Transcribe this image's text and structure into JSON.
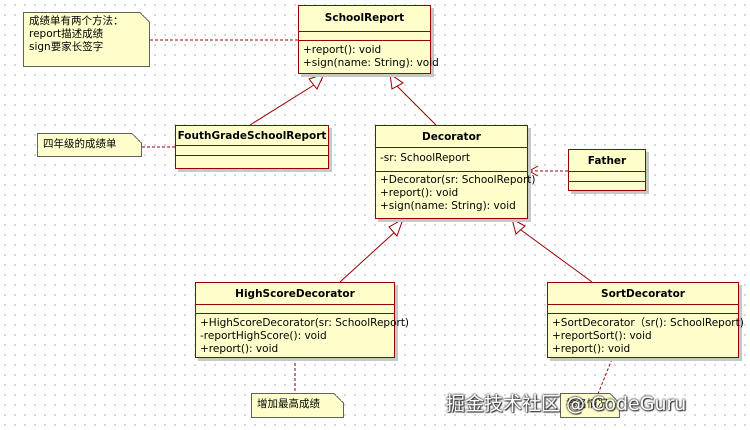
{
  "diagram": {
    "classes": {
      "school_report": {
        "name": "SchoolReport",
        "attributes": [],
        "operations": [
          "+report(): void",
          "+sign(name: String): void"
        ]
      },
      "fourth_grade": {
        "name": "FouthGradeSchoolReport",
        "attributes": [],
        "operations": []
      },
      "decorator": {
        "name": "Decorator",
        "attributes": [
          "-sr: SchoolReport"
        ],
        "operations": [
          "+Decorator(sr: SchoolReport)",
          "+report(): void",
          "+sign(name: String): void"
        ]
      },
      "father": {
        "name": "Father",
        "attributes": [],
        "operations": []
      },
      "high_score": {
        "name": "HighScoreDecorator",
        "attributes": [],
        "operations": [
          "+HighScoreDecorator(sr: SchoolReport)",
          "-reportHighScore(): void",
          "+report(): void"
        ]
      },
      "sort": {
        "name": "SortDecorator",
        "attributes": [],
        "operations": [
          "+SortDecorator（sr(): SchoolReport)",
          "+reportSort(): void",
          "+report(): void"
        ]
      }
    },
    "notes": {
      "methods": [
        "成绩单有两个方法：",
        "report描述成绩",
        "sign要家长签字"
      ],
      "fourth_grade": [
        "四年级的成绩单"
      ],
      "high_score": [
        "增加最高成绩"
      ],
      "sort": [
        "排名情况"
      ]
    }
  },
  "watermark": "掘金技术社区 @ CodeGuru",
  "colors": {
    "class_fill": "#ffffcc",
    "class_border": "#990000",
    "line": "#990000",
    "note_border": "#606060",
    "background": "#ffffff"
  }
}
